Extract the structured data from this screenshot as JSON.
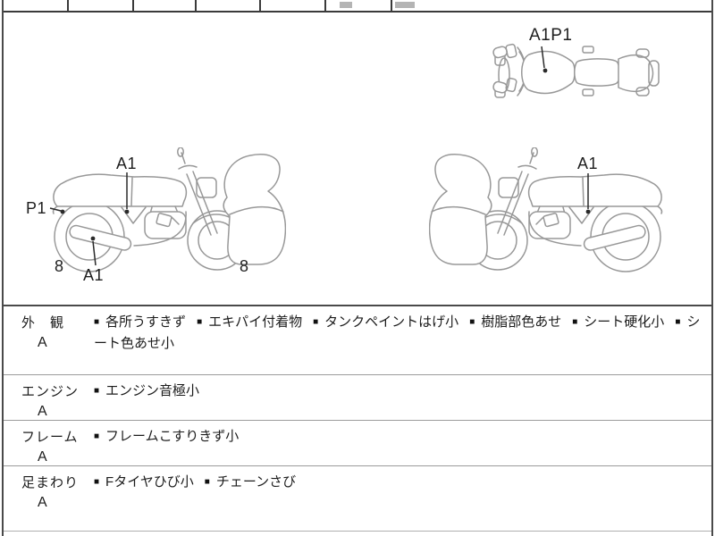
{
  "glyphs": {
    "bullet": "■"
  },
  "colors": {
    "line_art": "#989898",
    "frame_border": "#3a3a3a",
    "row_divider": "#9b9b9b",
    "text": "#1c1c1c"
  },
  "diagrams": {
    "top_view": {
      "label": "A1P1"
    },
    "left_side_view": {
      "top_label": "A1",
      "left_label": "P1",
      "bottom_label": "A1",
      "rear_wheel_mark": "8",
      "front_wheel_mark": "8"
    },
    "right_side_view": {
      "top_label": "A1"
    }
  },
  "inspection": {
    "rows": [
      {
        "category": "外　観",
        "grade": "A",
        "items": [
          "各所うすきず",
          "エキパイ付着物",
          "タンクペイントはげ小",
          "樹脂部色あせ",
          "シート硬化小",
          "シート色あせ小"
        ]
      },
      {
        "category": "エンジン",
        "grade": "A",
        "items": [
          "エンジン音極小"
        ]
      },
      {
        "category": "フレーム",
        "grade": "A",
        "items": [
          "フレームこすりきず小"
        ]
      },
      {
        "category": "足まわり",
        "grade": "A",
        "items": [
          "Fタイヤひび小",
          "チェーンさび"
        ]
      }
    ]
  }
}
